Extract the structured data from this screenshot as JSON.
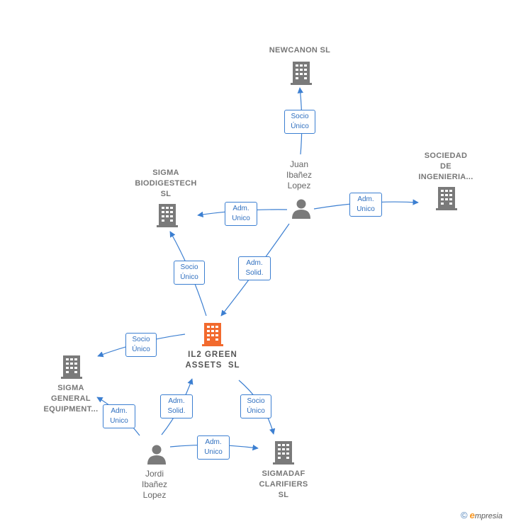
{
  "colors": {
    "edge": "#3c7fd1",
    "building": "#7a7a7a",
    "main_building": "#f26a2e",
    "person": "#7a7a7a"
  },
  "nodes": {
    "newcanon": {
      "label": "NEWCANON SL",
      "icon": "building-icon"
    },
    "sociedad": {
      "line1": "SOCIEDAD",
      "line2": "DE",
      "line3": "INGENIERIA...",
      "icon": "building-icon"
    },
    "sigma_bio": {
      "line1": "SIGMA",
      "line2": "BIODIGESTECH",
      "line3": "SL",
      "icon": "building-icon"
    },
    "il2": {
      "line1": "IL2 GREEN",
      "line2": "ASSETS  SL",
      "icon": "building-icon"
    },
    "sigma_general": {
      "line1": "SIGMA",
      "line2": "GENERAL",
      "line3": "EQUIPMENT...",
      "icon": "building-icon"
    },
    "sigmadaf": {
      "line1": "SIGMADAF",
      "line2": "CLARIFIERS",
      "line3": "SL",
      "icon": "building-icon"
    },
    "juan": {
      "line1": "Juan",
      "line2": "Ibañez",
      "line3": "Lopez",
      "icon": "person-icon"
    },
    "jordi": {
      "line1": "Jordi",
      "line2": "Ibañez",
      "line3": "Lopez",
      "icon": "person-icon"
    }
  },
  "edges": {
    "juan_newcanon": {
      "line1": "Socio",
      "line2": "Único"
    },
    "juan_sigma_bio": {
      "line1": "Adm.",
      "line2": "Unico"
    },
    "juan_sociedad": {
      "line1": "Adm.",
      "line2": "Unico"
    },
    "juan_il2": {
      "line1": "Adm.",
      "line2": "Solid."
    },
    "il2_sigma_bio": {
      "line1": "Socio",
      "line2": "Único"
    },
    "il2_sigma_general": {
      "line1": "Socio",
      "line2": "Único"
    },
    "il2_sigmadaf": {
      "line1": "Socio",
      "line2": "Único"
    },
    "jordi_il2": {
      "line1": "Adm.",
      "line2": "Solid."
    },
    "jordi_sigma_general": {
      "line1": "Adm.",
      "line2": "Unico"
    },
    "jordi_sigmadaf": {
      "line1": "Adm.",
      "line2": "Unico"
    }
  },
  "footer": {
    "copyright": "©",
    "brand_initial": "e",
    "brand_rest": "mpresia"
  }
}
